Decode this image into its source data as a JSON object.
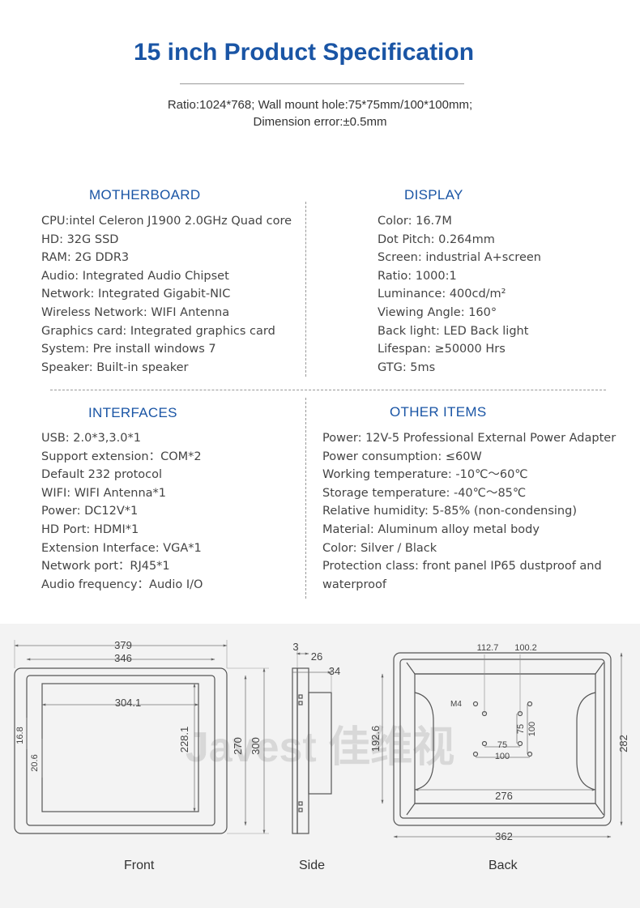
{
  "header": {
    "title": "15 inch Product Specification",
    "subtitle_line1": "Ratio:1024*768; Wall mount hole:75*75mm/100*100mm;",
    "subtitle_line2": "Dimension error:±0.5mm"
  },
  "motherboard": {
    "heading": "MOTHERBOARD",
    "items": [
      "CPU:intel Celeron J1900 2.0GHz Quad core",
      "HD: 32G SSD",
      "RAM: 2G DDR3",
      "Audio: Integrated Audio Chipset",
      "Network: Integrated Gigabit-NIC",
      "Wireless Network: WIFI Antenna",
      "Graphics card: Integrated graphics card",
      "System: Pre install windows 7",
      "Speaker: Built-in speaker"
    ]
  },
  "display": {
    "heading": "DISPLAY",
    "items": [
      "Color: 16.7M",
      "Dot Pitch: 0.264mm",
      "Screen: industrial A+screen",
      "Ratio: 1000:1",
      "Luminance: 400cd/m²",
      "Viewing Angle: 160°",
      "Back light: LED Back light",
      "Lifespan: ≥50000 Hrs",
      "GTG: 5ms"
    ]
  },
  "interfaces": {
    "heading": "INTERFACES",
    "items": [
      "USB: 2.0*3,3.0*1",
      "Support extension：COM*2",
      "Default 232 protocol",
      "WIFI: WIFI Antenna*1",
      "Power: DC12V*1",
      "HD Port: HDMI*1",
      "Extension Interface: VGA*1",
      "Network port：RJ45*1",
      "Audio frequency：Audio I/O"
    ]
  },
  "other_items": {
    "heading": "OTHER ITEMS",
    "items": [
      "Power: 12V-5 Professional External Power Adapter",
      "Power consumption: ≤60W",
      "Working temperature: -10℃～60℃",
      "Storage temperature: -40℃～85℃",
      "Relative humidity: 5-85% (non-condensing)",
      "Material: Aluminum alloy metal body",
      "Color: Silver / Black",
      "Protection class: front panel IP65 dustproof and waterproof"
    ]
  },
  "drawing": {
    "watermark": "Javest 佳维视",
    "front": {
      "caption": "Front",
      "outer_width": "379",
      "bezel_width": "346",
      "screen_width": "304.1",
      "screen_height": "228.1",
      "bezel_height": "270",
      "outer_height": "300",
      "margin_top": "16.8",
      "margin_left": "20.6"
    },
    "side": {
      "caption": "Side",
      "bezel_depth": "3",
      "body_depth": "26",
      "total_depth": "34"
    },
    "back": {
      "caption": "Back",
      "hole_offset_a": "112.7",
      "hole_offset_b": "100.2",
      "screw_label": "M4",
      "vesa_small_v": "75",
      "vesa_large_v": "100",
      "vesa_small_h": "75",
      "vesa_large_h": "100",
      "inner_height": "192.6",
      "outer_height": "282",
      "inner_width": "276",
      "outer_width": "362"
    }
  }
}
